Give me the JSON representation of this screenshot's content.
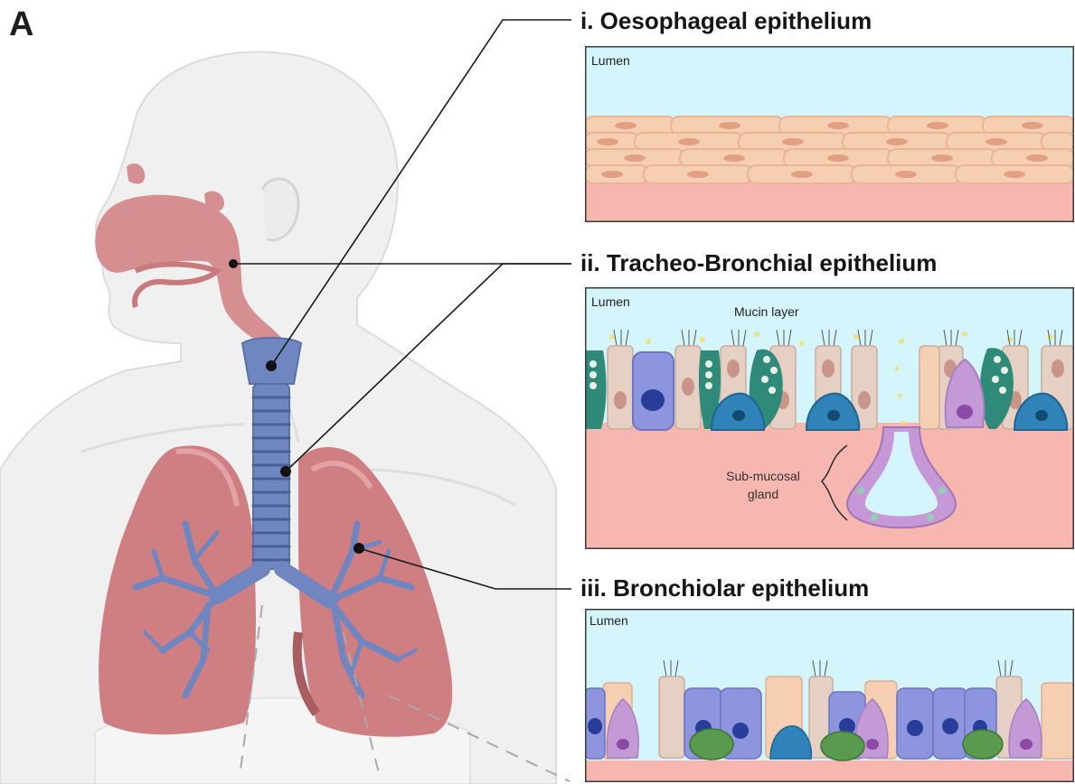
{
  "figure": {
    "panel_letter": "A"
  },
  "sections": [
    {
      "title": "i. Oesophageal epithelium",
      "lumen_label": "Lumen"
    },
    {
      "title": "ii. Tracheo-Bronchial epithelium",
      "lumen_label": "Lumen",
      "mucin_label": "Mucin layer",
      "gland_label_line1": "Sub-mucosal",
      "gland_label_line2": "gland"
    },
    {
      "title": "iii. Bronchiolar epithelium",
      "lumen_label": "Lumen"
    }
  ],
  "colors": {
    "lumen": "#d4f5fb",
    "tissue": "#f7b7b0",
    "squamous_cell": "#f6cfb2",
    "squamous_nucleus": "#e29f83",
    "airway_blue": "#6f86c0",
    "lung_pink": "#cf7f82",
    "nasal_pink": "#d58f90",
    "body_gray": "#ececec",
    "basal_cell": "#2f83b9",
    "goblet_cell": "#2f8a7a",
    "serous_cell": "#8d95de",
    "club_cell": "#c39ad5",
    "gland_cell": "#c698d8",
    "mucin": "#eee27a",
    "ciliated_cell": "#e6d0c4",
    "green_cell": "#5a9a4e"
  },
  "icons": [
    "head-silhouette",
    "airway-tree",
    "lung-left",
    "lung-right",
    "pointer-dot"
  ]
}
